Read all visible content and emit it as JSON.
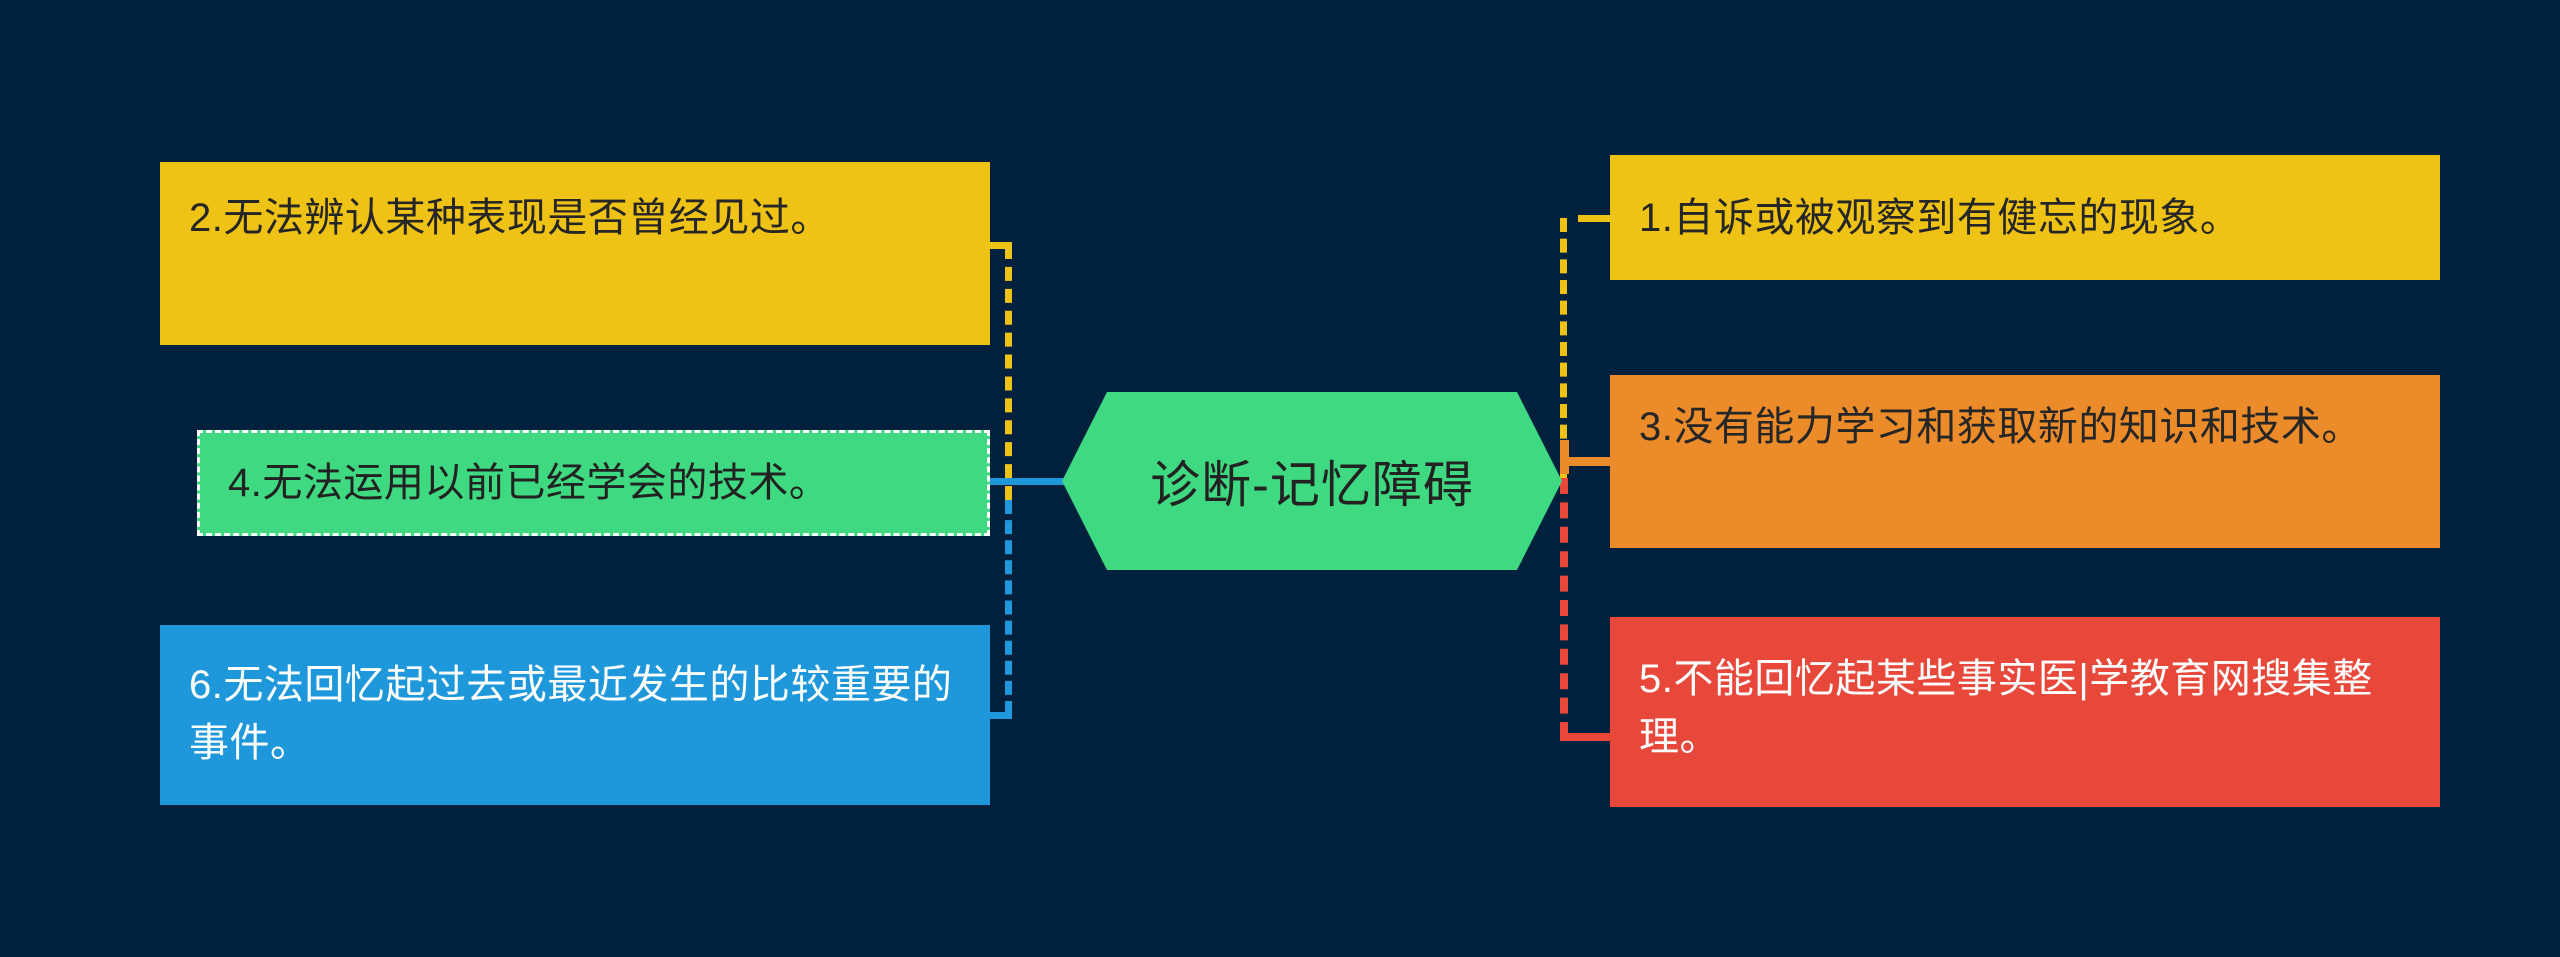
{
  "diagram": {
    "title": "诊断-记忆障碍",
    "background_color": "#00213d",
    "center": {
      "label": "诊断-记忆障碍",
      "shape": "hexagon",
      "color": "#3ED981",
      "text_color": "#222222"
    },
    "nodes": [
      {
        "id": 1,
        "label": "1.自诉或被观察到有健忘的现象。",
        "color": "#EFC316",
        "text_color": "#262626",
        "side": "right",
        "position": "top",
        "border_style": "dashed"
      },
      {
        "id": 2,
        "label": "2.无法辨认某种表现是否曾经见过。",
        "color": "#EFC316",
        "text_color": "#262626",
        "side": "left",
        "position": "top",
        "border_style": "dashed"
      },
      {
        "id": 3,
        "label": "3.没有能力学习和获取新的知识和技术。",
        "color": "#EC8B2A",
        "text_color": "#262626",
        "side": "right",
        "position": "middle",
        "border_style": "dashed"
      },
      {
        "id": 4,
        "label": "4.无法运用以前已经学会的技术。",
        "color": "#3ED981",
        "text_color": "#222222",
        "side": "left",
        "position": "middle",
        "border_style": "dashed-white"
      },
      {
        "id": 5,
        "label": "5.不能回忆起某些事实医|学教育网搜集整理。",
        "color": "#E8483A",
        "text_color": "#ffffff",
        "side": "right",
        "position": "bottom",
        "border_style": "dashed"
      },
      {
        "id": 6,
        "label": "6.无法回忆起过去或最近发生的比较重要的事件。",
        "color": "#1E98DB",
        "text_color": "#ffffff",
        "side": "left",
        "position": "bottom",
        "border_style": "dashed"
      }
    ],
    "connectors": [
      {
        "name": "connector-left-yellow",
        "color": "#EFC316",
        "style": "dashed",
        "from": "center",
        "to": "node-2"
      },
      {
        "name": "connector-left-blue",
        "color": "#1E98DB",
        "style": "dashed",
        "from": "center",
        "to": "node-6"
      },
      {
        "name": "connector-left-green",
        "color": "#1E98DB",
        "style": "solid",
        "from": "center",
        "to": "node-4"
      },
      {
        "name": "connector-right-yellow",
        "color": "#EFC316",
        "style": "dashed",
        "from": "center",
        "to": "node-1"
      },
      {
        "name": "connector-right-orange",
        "color": "#EC8B2A",
        "style": "dashed",
        "from": "center",
        "to": "node-3"
      },
      {
        "name": "connector-right-red",
        "color": "#E8483A",
        "style": "dashed",
        "from": "center",
        "to": "node-5"
      }
    ]
  }
}
